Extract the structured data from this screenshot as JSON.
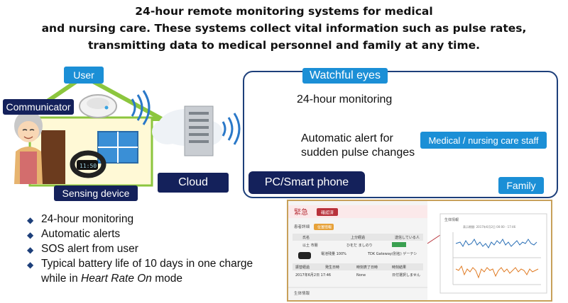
{
  "title": {
    "line1": "24-hour remote monitoring systems for medical",
    "line2": "and nursing care. These systems collect vital information such as pulse rates,",
    "line3": "transmitting data to medical personnel and family at any time."
  },
  "labels": {
    "user": "User",
    "communicator": "Communicator",
    "sensing_device": "Sensing device",
    "cloud": "Cloud",
    "watchful_eyes": "Watchful eyes",
    "pc_smartphone": "PC/Smart phone",
    "medical_staff": "Medical / nursing care staff",
    "family": "Family"
  },
  "flow": {
    "monitoring": "24-hour monitoring",
    "alert_line1": "Automatic alert for",
    "alert_line2": "sudden pulse changes"
  },
  "features": {
    "item1": "24-hour monitoring",
    "item2": "Automatic alerts",
    "item3": "SOS alert from user",
    "item4_line1": "Typical battery life of 10 days in one charge",
    "item4_line2_pre": "while in ",
    "item4_line2_em": "Heart Rate On",
    "item4_line2_post": " mode"
  },
  "screenshot": {
    "header": "緊急",
    "header_button": "確認済",
    "section1": "患者詳細",
    "section1_button": "位置情報",
    "table_headers": [
      "氏名",
      "上分経過",
      "送信している人"
    ],
    "row1": [
      "以土 市朋",
      "ひをだ ましのり",
      ""
    ],
    "battery": "電池残量 100%",
    "device_name": "TDK Gateway(別名) ゲーテシ",
    "row2_headers": [
      "振替経過",
      "発生日時",
      "時刻表了日時",
      "時刻結果"
    ],
    "row2": [
      "2017年6月2日 17:46",
      "None",
      "",
      "日付選択しません"
    ],
    "footer": "生体情報",
    "chart_title": "生体情報",
    "chart_subtitle": "表示期間: 2017年6月2日 00:00 - 17:46"
  },
  "colors": {
    "navy": "#14215b",
    "label_blue": "#1b8fd6",
    "frame_blue": "#1d3f7a",
    "alert_red": "#b8323b",
    "series_blue": "#2a6fb6",
    "series_orange": "#e07b23"
  }
}
